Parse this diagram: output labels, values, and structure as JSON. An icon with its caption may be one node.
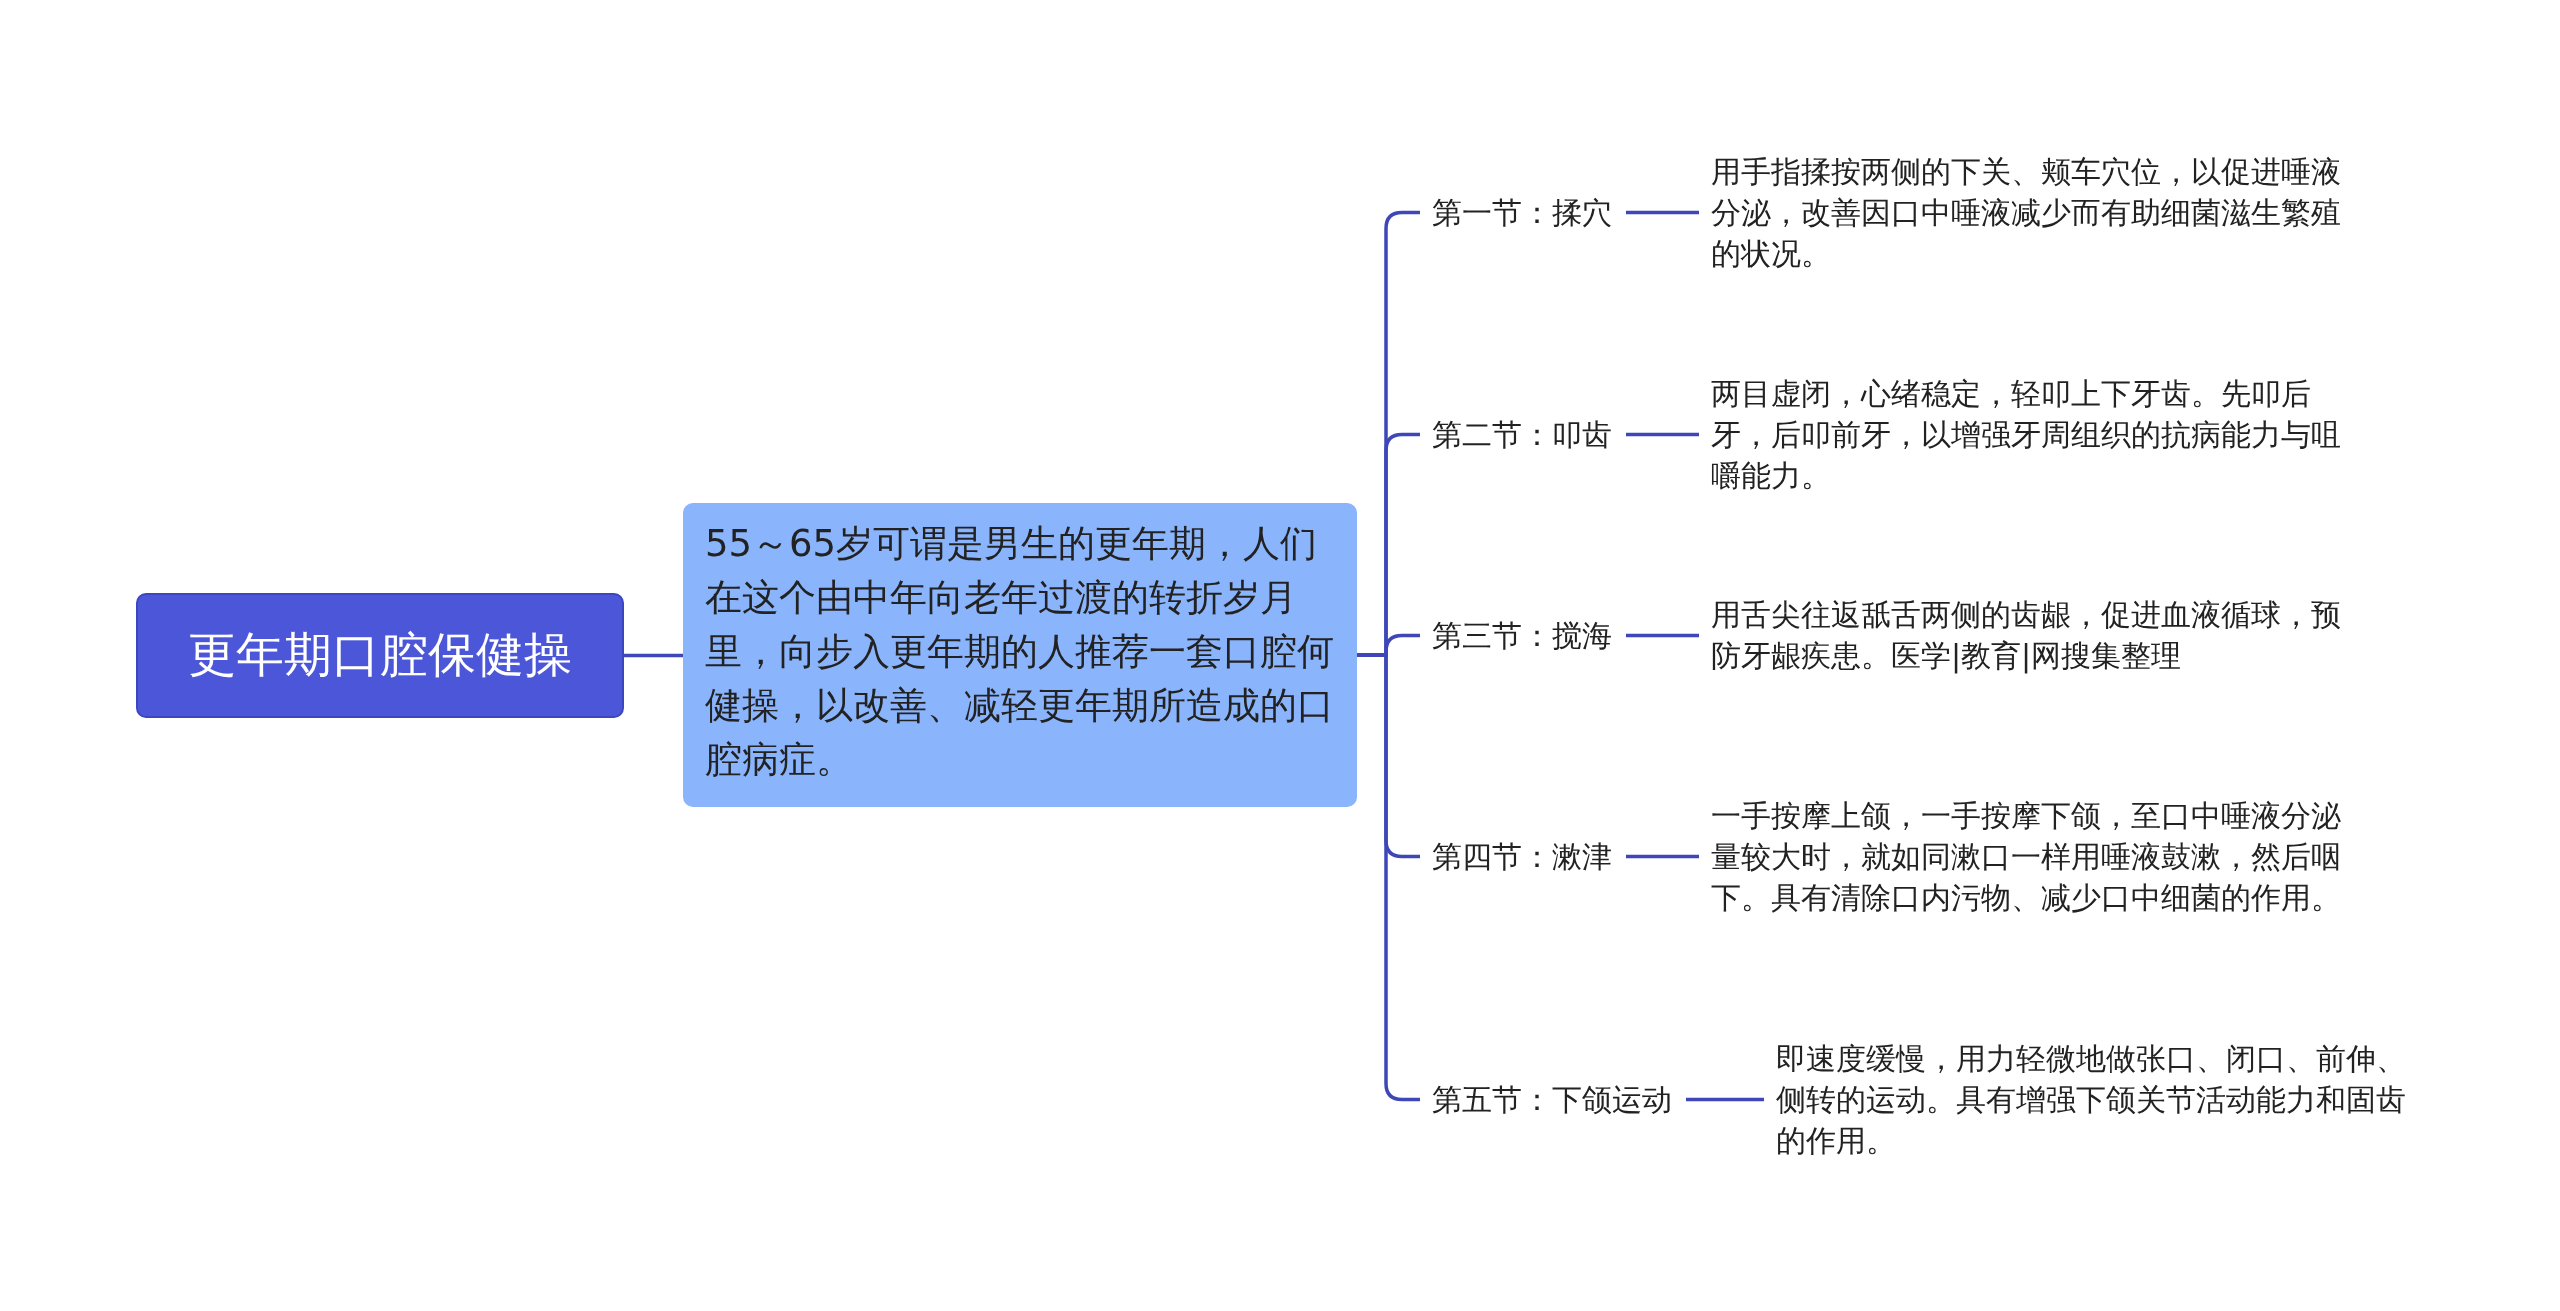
{
  "diagram": {
    "nodes": [
      {
        "text": [
          "更年期口腔保健操"
        ]
      },
      {
        "text": [
          "55～65岁可谓是男生的更年期，人们在这个由中年向老年过渡的转折岁月里，向步入更年期的人推荐一套口腔何健操，以改善、减轻更年期所造成的口腔病症。"
        ]
      },
      {
        "text": [
          "第一节：揉穴"
        ]
      },
      {
        "text": [
          "第二节：叩齿"
        ]
      },
      {
        "text": [
          "第三节：搅海"
        ]
      },
      {
        "text": [
          "第四节：漱津"
        ]
      },
      {
        "text": [
          "第五节：下颌运动"
        ]
      },
      {
        "text": [
          "用手指揉按两侧的下关、颊车穴位，以促进唾液分泌，改善因口中唾液减少而有助细菌滋生繁殖的状况。"
        ]
      },
      {
        "text": [
          "两目虚闭，心绪稳定，轻叩上下牙齿。先叩后牙，后叩前牙，以增强牙周组织的抗病能力与咀嚼能力。"
        ]
      },
      {
        "text": [
          "用舌尖往返舐舌两侧的齿龈，促进血液循球，预防牙龈疾患。医学|教育|网搜集整理"
        ]
      },
      {
        "text": [
          "一手按摩上颌，一手按摩下颌，至口中唾液分泌量较大时，就如同漱口一样用唾液鼓漱，然后咽下。具有清除口内污物、减少口中细菌的作用。"
        ]
      },
      {
        "text": [
          "即速度缓慢，用力轻微地做张口、闭口、前伸、侧转的运动。具有增强下颌关节活动能力和固齿的作用。"
        ]
      }
    ],
    "edges": [
      {
        "from": 0,
        "to": 1,
        "arrow": "none"
      },
      {
        "from": 1,
        "to": 2,
        "arrow": "none"
      },
      {
        "from": 1,
        "to": 3,
        "arrow": "none"
      },
      {
        "from": 1,
        "to": 4,
        "arrow": "none"
      },
      {
        "from": 1,
        "to": 5,
        "arrow": "none"
      },
      {
        "from": 1,
        "to": 6,
        "arrow": "none"
      },
      {
        "from": 2,
        "to": 7,
        "arrow": "none"
      },
      {
        "from": 3,
        "to": 8,
        "arrow": "none"
      },
      {
        "from": 4,
        "to": 9,
        "arrow": "none"
      },
      {
        "from": 5,
        "to": 10,
        "arrow": "none"
      },
      {
        "from": 6,
        "to": 11,
        "arrow": "none"
      }
    ]
  }
}
